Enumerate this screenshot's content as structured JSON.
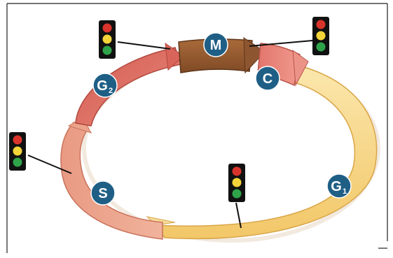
{
  "diagram": {
    "phases": [
      {
        "id": "g1",
        "label": "G",
        "subscript": "1",
        "color": "#f7d98a"
      },
      {
        "id": "s",
        "label": "S",
        "subscript": "",
        "color": "#e9a08a"
      },
      {
        "id": "g2",
        "label": "G",
        "subscript": "2",
        "color": "#dc6e62"
      },
      {
        "id": "m",
        "label": "M",
        "subscript": "",
        "color": "#9b5e32"
      },
      {
        "id": "c",
        "label": "C",
        "subscript": "",
        "color": "#e8837a"
      }
    ],
    "checkpoints": [
      {
        "id": "g2-m-checkpoint",
        "lights": [
          "red",
          "yellow",
          "green"
        ]
      },
      {
        "id": "m-checkpoint",
        "lights": [
          "red",
          "yellow",
          "green"
        ]
      },
      {
        "id": "g1-s-checkpoint",
        "lights": [
          "red",
          "yellow",
          "green"
        ]
      },
      {
        "id": "g1-checkpoint",
        "lights": [
          "red",
          "yellow",
          "green"
        ]
      }
    ],
    "colors": {
      "badge": "#1f5f86",
      "light_red": "#d9342b",
      "light_yellow": "#f3d53a",
      "light_green": "#2fa34a",
      "light_housing": "#111111"
    }
  }
}
